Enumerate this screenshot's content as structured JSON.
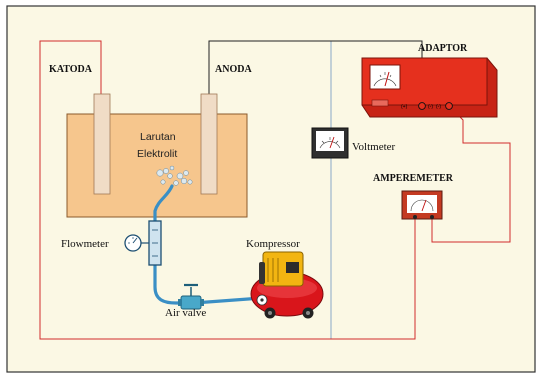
{
  "labels": {
    "katoda": "KATODA",
    "anoda": "ANODA",
    "adaptor": "ADAPTOR",
    "amperemeter": "AMPEREMETER",
    "voltmeter": "Voltmeter",
    "larutan": "Larutan",
    "elektrolit": "Elektrolit",
    "flowmeter": "Flowmeter",
    "kompressor": "Kompressor",
    "air_valve": "Air valve"
  },
  "adaptor_terminals": {
    "neg_left": "(+)",
    "pos_mid": "(-)",
    "neg_right": "(-)"
  },
  "colors": {
    "background": "#fbf8e4",
    "frame": "#333333",
    "wire_red": "#d22b2b",
    "wire_black": "#222222",
    "divider_blue": "#8aa8c8",
    "tank_fill": "#f6c68d",
    "tank_stroke": "#8b5a2b",
    "electrode": "#f0dcc6",
    "adaptor_red": "#e5301e",
    "hose_blue": "#3a8fc5",
    "compressor_red": "#d9151b",
    "compressor_yellow": "#f2b511"
  },
  "icons": {
    "voltmeter": "gauge-icon",
    "amperemeter": "gauge-icon",
    "flowmeter": "flow-meter-icon",
    "valve": "valve-icon",
    "compressor": "compressor-icon",
    "bubbles": "bubble-icon"
  }
}
